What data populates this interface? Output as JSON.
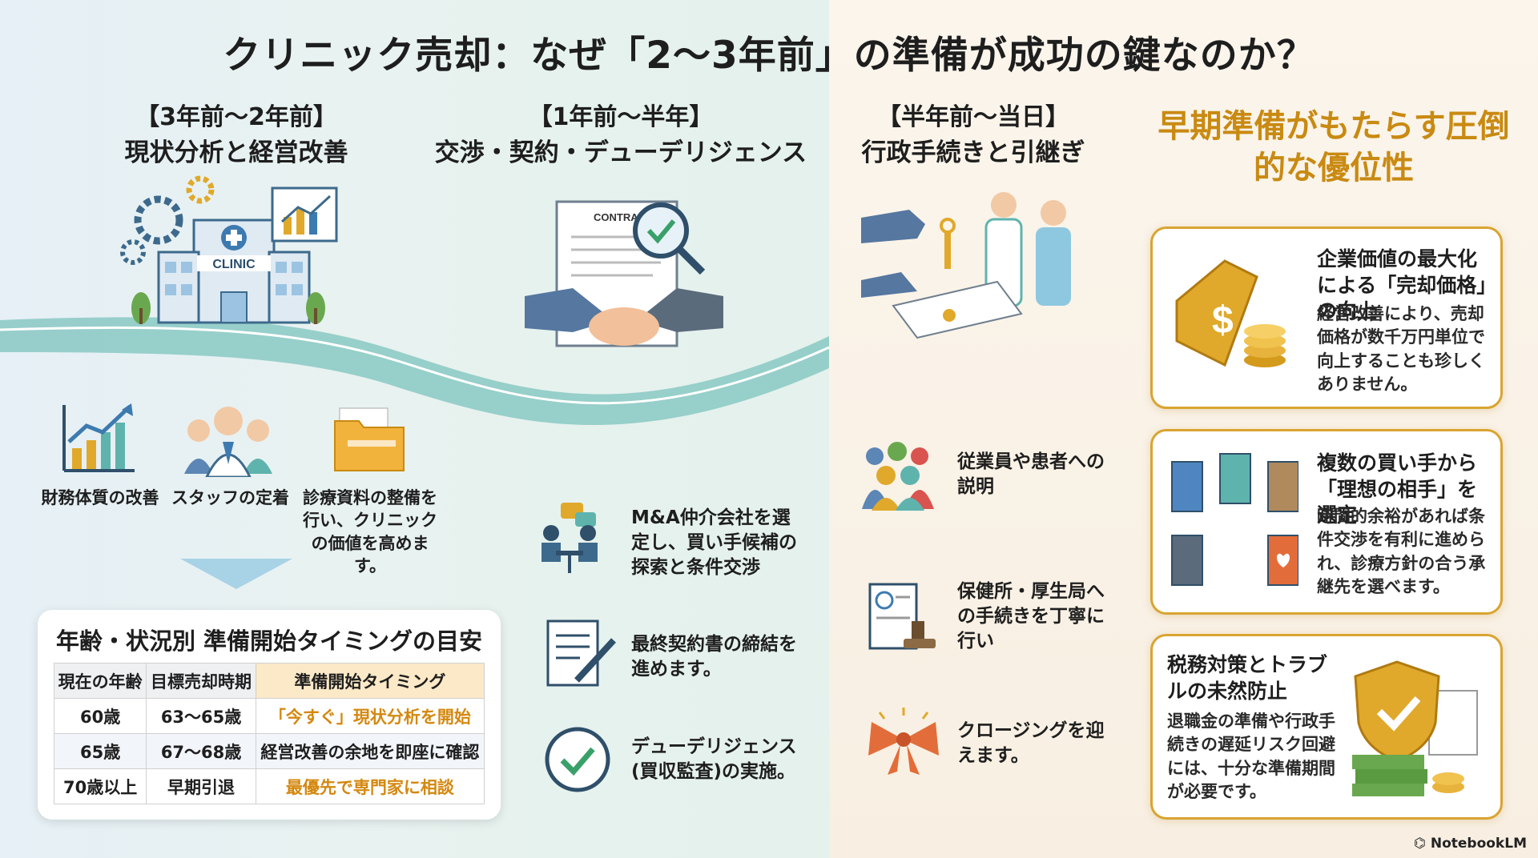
{
  "title": "クリニック売却：なぜ「2〜3年前」の準備が成功の鍵なのか？",
  "phase1": {
    "period": "【3年前〜2年前】",
    "name": "現状分析と経営改善",
    "clinic_sign": "CLINIC",
    "items": [
      {
        "label": "財務体質の改善",
        "icon": "bar-chart-icon"
      },
      {
        "label": "スタッフの定着",
        "icon": "staff-icon"
      },
      {
        "label": "診療資料の整備を行い、クリニックの価値を高めます。",
        "icon": "folder-icon"
      }
    ]
  },
  "phase2": {
    "period": "【1年前〜半年】",
    "name": "交渉・契約・デューデリジェンス",
    "contract_word": "CONTRA",
    "items": [
      {
        "text": "M&A仲介会社を選定し、買い手候補の探索と条件交渉",
        "icon": "meeting-icon"
      },
      {
        "text": "最終契約書の締結を進めます。",
        "icon": "contract-sign-icon"
      },
      {
        "text": "デューデリジェンス(買収監査)の実施。",
        "icon": "check-clock-icon"
      }
    ]
  },
  "phase3": {
    "period": "【半年前〜当日】",
    "name": "行政手続きと引継ぎ",
    "items": [
      {
        "text": "従業員や患者への説明",
        "icon": "people-group-icon"
      },
      {
        "text": "保健所・厚生局への手続きを丁寧に行い",
        "icon": "document-stamp-icon"
      },
      {
        "text": "クロージングを迎えます。",
        "icon": "ribbon-icon"
      }
    ]
  },
  "timing_table": {
    "title": "年齢・状況別 準備開始タイミングの目安",
    "headers": [
      "現在の年齢",
      "目標売却時期",
      "準備開始タイミング"
    ],
    "rows": [
      [
        "60歳",
        "63〜65歳",
        "「今すぐ」現状分析を開始"
      ],
      [
        "65歳",
        "67〜68歳",
        "経営改善の余地を即座に確認"
      ],
      [
        "70歳以上",
        "早期引退",
        "最優先で専門家に相談"
      ]
    ]
  },
  "advantages": {
    "heading": "早期準備がもたらす圧倒的な優位性",
    "cards": [
      {
        "title": "企業価値の最大化による「完却価格」の向上",
        "desc": "経営改善により、売却価格が数千万円単位で向上することも珍しくありません。",
        "icon": "price-tag-coins-icon"
      },
      {
        "title": "複数の買い手から「理想の相手」を選定",
        "desc": "時間的余裕があれば条件交渉を有利に進められ、診療方針の合う承継先を選べます。",
        "icon": "doors-icon"
      },
      {
        "title": "税務対策とトラブルの未然防止",
        "desc": "退職金の準備や行政手続きの遅延リスク回避には、十分な準備期間が必要です。",
        "icon": "shield-money-icon"
      }
    ]
  },
  "brand": "NotebookLM",
  "colors": {
    "accent_gold": "#d9a431",
    "teal": "#5fb3ad",
    "heading_gold": "#c98a12"
  }
}
